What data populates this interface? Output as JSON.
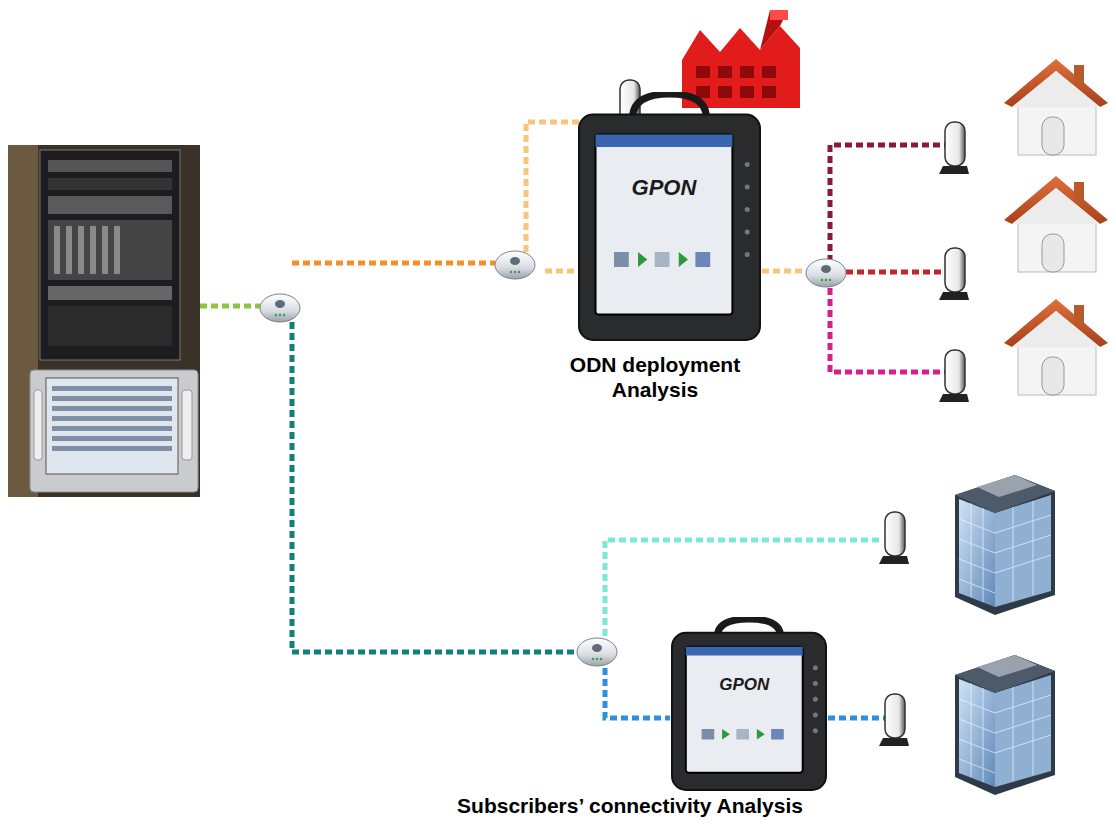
{
  "diagram": {
    "nodes": [
      {
        "text": [
          "GPON",
          "ODN deployment Analysis"
        ]
      },
      {
        "text": [
          "GPON",
          "Subscribers’ connectivity Analysis"
        ]
      }
    ]
  }
}
